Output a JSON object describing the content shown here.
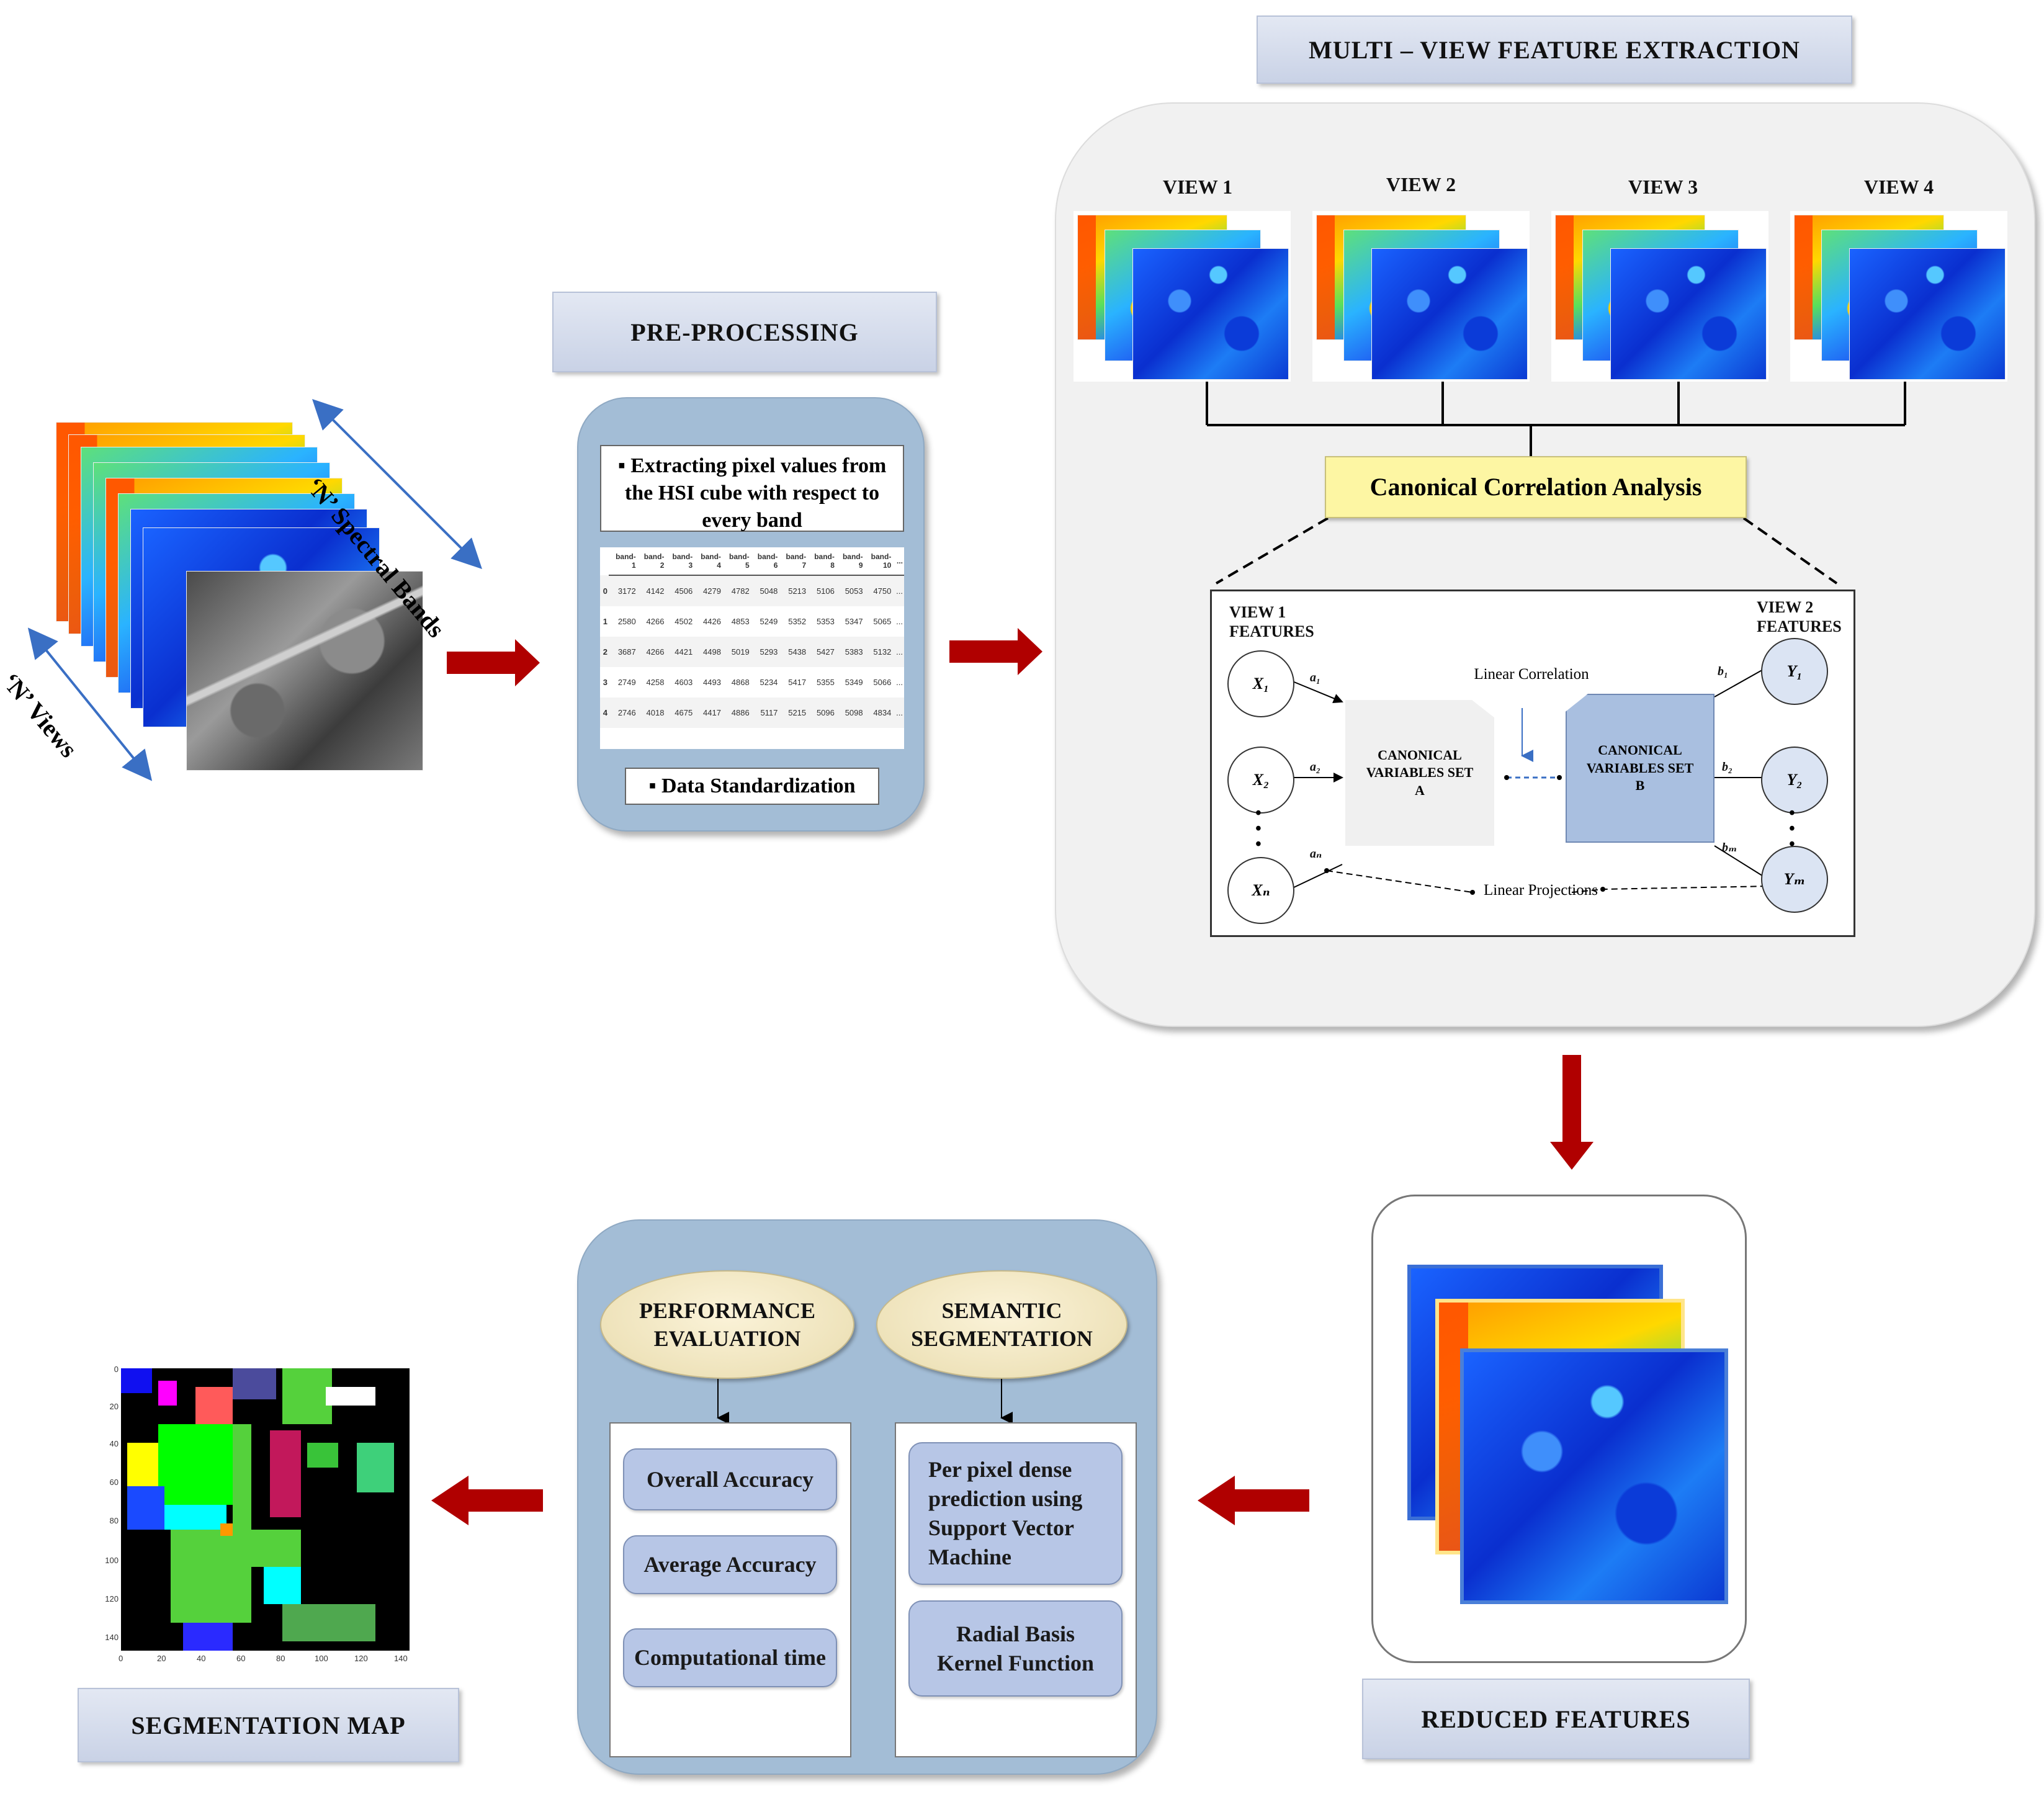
{
  "input": {
    "spectral_bands_label": "‘N’ Spectral Bands",
    "views_label": "‘N’ Views"
  },
  "preprocessing": {
    "title": "PRE-PROCESSING",
    "step1": "▪ Extracting pixel values from the HSI cube with respect to every band",
    "step2": "▪ Data Standardization",
    "table": {
      "headers": [
        "band-\n1",
        "band-\n2",
        "band-\n3",
        "band-\n4",
        "band-\n5",
        "band-\n6",
        "band-\n7",
        "band-\n8",
        "band-\n9",
        "band-\n10",
        "..."
      ],
      "rows": [
        [
          "0",
          "3172",
          "4142",
          "4506",
          "4279",
          "4782",
          "5048",
          "5213",
          "5106",
          "5053",
          "4750",
          "..."
        ],
        [
          "1",
          "2580",
          "4266",
          "4502",
          "4426",
          "4853",
          "5249",
          "5352",
          "5353",
          "5347",
          "5065",
          "..."
        ],
        [
          "2",
          "3687",
          "4266",
          "4421",
          "4498",
          "5019",
          "5293",
          "5438",
          "5427",
          "5383",
          "5132",
          "..."
        ],
        [
          "3",
          "2749",
          "4258",
          "4603",
          "4493",
          "4868",
          "5234",
          "5417",
          "5355",
          "5349",
          "5066",
          "..."
        ],
        [
          "4",
          "2746",
          "4018",
          "4675",
          "4417",
          "4886",
          "5117",
          "5215",
          "5096",
          "5098",
          "4834",
          "..."
        ]
      ]
    }
  },
  "multiview": {
    "title": "MULTI – VIEW FEATURE EXTRACTION",
    "views": [
      "VIEW 1",
      "VIEW 2",
      "VIEW 3",
      "VIEW 4"
    ],
    "cca_label": "Canonical Correlation Analysis",
    "cca_diagram": {
      "left_title": "VIEW 1\nFEATURES",
      "right_title": "VIEW 2\nFEATURES",
      "left_nodes": [
        "X₁",
        "X₂",
        "Xₙ"
      ],
      "right_nodes": [
        "Y₁",
        "Y₂",
        "Yₘ"
      ],
      "left_coefs": [
        "a₁",
        "a₂",
        "aₙ"
      ],
      "right_coefs": [
        "b₁",
        "b₂",
        "bₘ"
      ],
      "set_a": "CANONICAL VARIABLES SET A",
      "set_b": "CANONICAL VARIABLES SET B",
      "linear_correlation": "Linear Correlation",
      "linear_projections": "Linear Projections",
      "dots": "•\n•\n•"
    }
  },
  "reduced": {
    "title": "REDUCED  FEATURES"
  },
  "evaluation": {
    "performance_title": "PERFORMANCE EVALUATION",
    "segmentation_title": "SEMANTIC SEGMENTATION",
    "metrics": [
      "Overall Accuracy",
      "Average Accuracy",
      "Computational time"
    ],
    "svm": "Per pixel dense prediction using Support Vector Machine",
    "rbf": "Radial Basis Kernel Function"
  },
  "segmentation_map": {
    "title": "SEGMENTATION MAP",
    "x_ticks": [
      "0",
      "20",
      "40",
      "60",
      "80",
      "100",
      "120",
      "140"
    ],
    "y_ticks": [
      "0",
      "20",
      "40",
      "60",
      "80",
      "100",
      "120",
      "140"
    ]
  },
  "colors": {
    "arrow": "#b00000",
    "panel_blue": "#a3bdd6",
    "cca_yellow": "#fdf6a3",
    "set_b_fill": "#a9bfe0"
  }
}
